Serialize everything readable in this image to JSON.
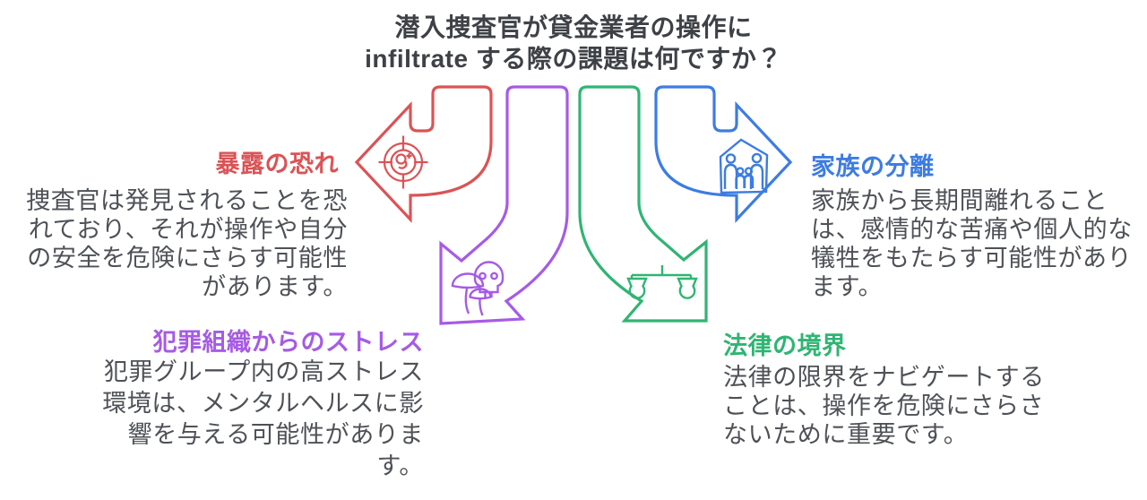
{
  "title": {
    "line1": "潜入捜査官が貸金業者の操作に",
    "line2": "infiltrate する際の課題は何ですか？"
  },
  "sections": {
    "exposure": {
      "heading": "暴露の恐れ",
      "body": "捜査官は発見されることを恐れており、それが操作や自分の安全を危険にさらす可能性があります。",
      "icon": "target-person-icon",
      "arrow_direction": "left",
      "color_key": "red"
    },
    "stress": {
      "heading": "犯罪組織からのストレス",
      "body": "犯罪グループ内の高ストレス環境は、メンタルヘルスに影響を与える可能性があります。",
      "icon": "poison-mushroom-skull-icon",
      "arrow_direction": "down-left",
      "color_key": "purple"
    },
    "family": {
      "heading": "家族の分離",
      "body": "家族から長期間離れることは、感情的な苦痛や個人的な犠牲をもたらす可能性があります。",
      "icon": "family-house-icon",
      "arrow_direction": "right",
      "color_key": "blue"
    },
    "legal": {
      "heading": "法律の境界",
      "body": "法律の限界をナビゲートすることは、操作を危険にさらさないために重要です。",
      "icon": "scales-of-justice-icon",
      "arrow_direction": "down-right",
      "color_key": "green"
    }
  },
  "colors": {
    "red": "#db5355",
    "purple": "#a65be4",
    "green": "#2fb573",
    "blue": "#3d7ce2",
    "title_text": "#3e4146",
    "body_text": "#4e5156"
  }
}
